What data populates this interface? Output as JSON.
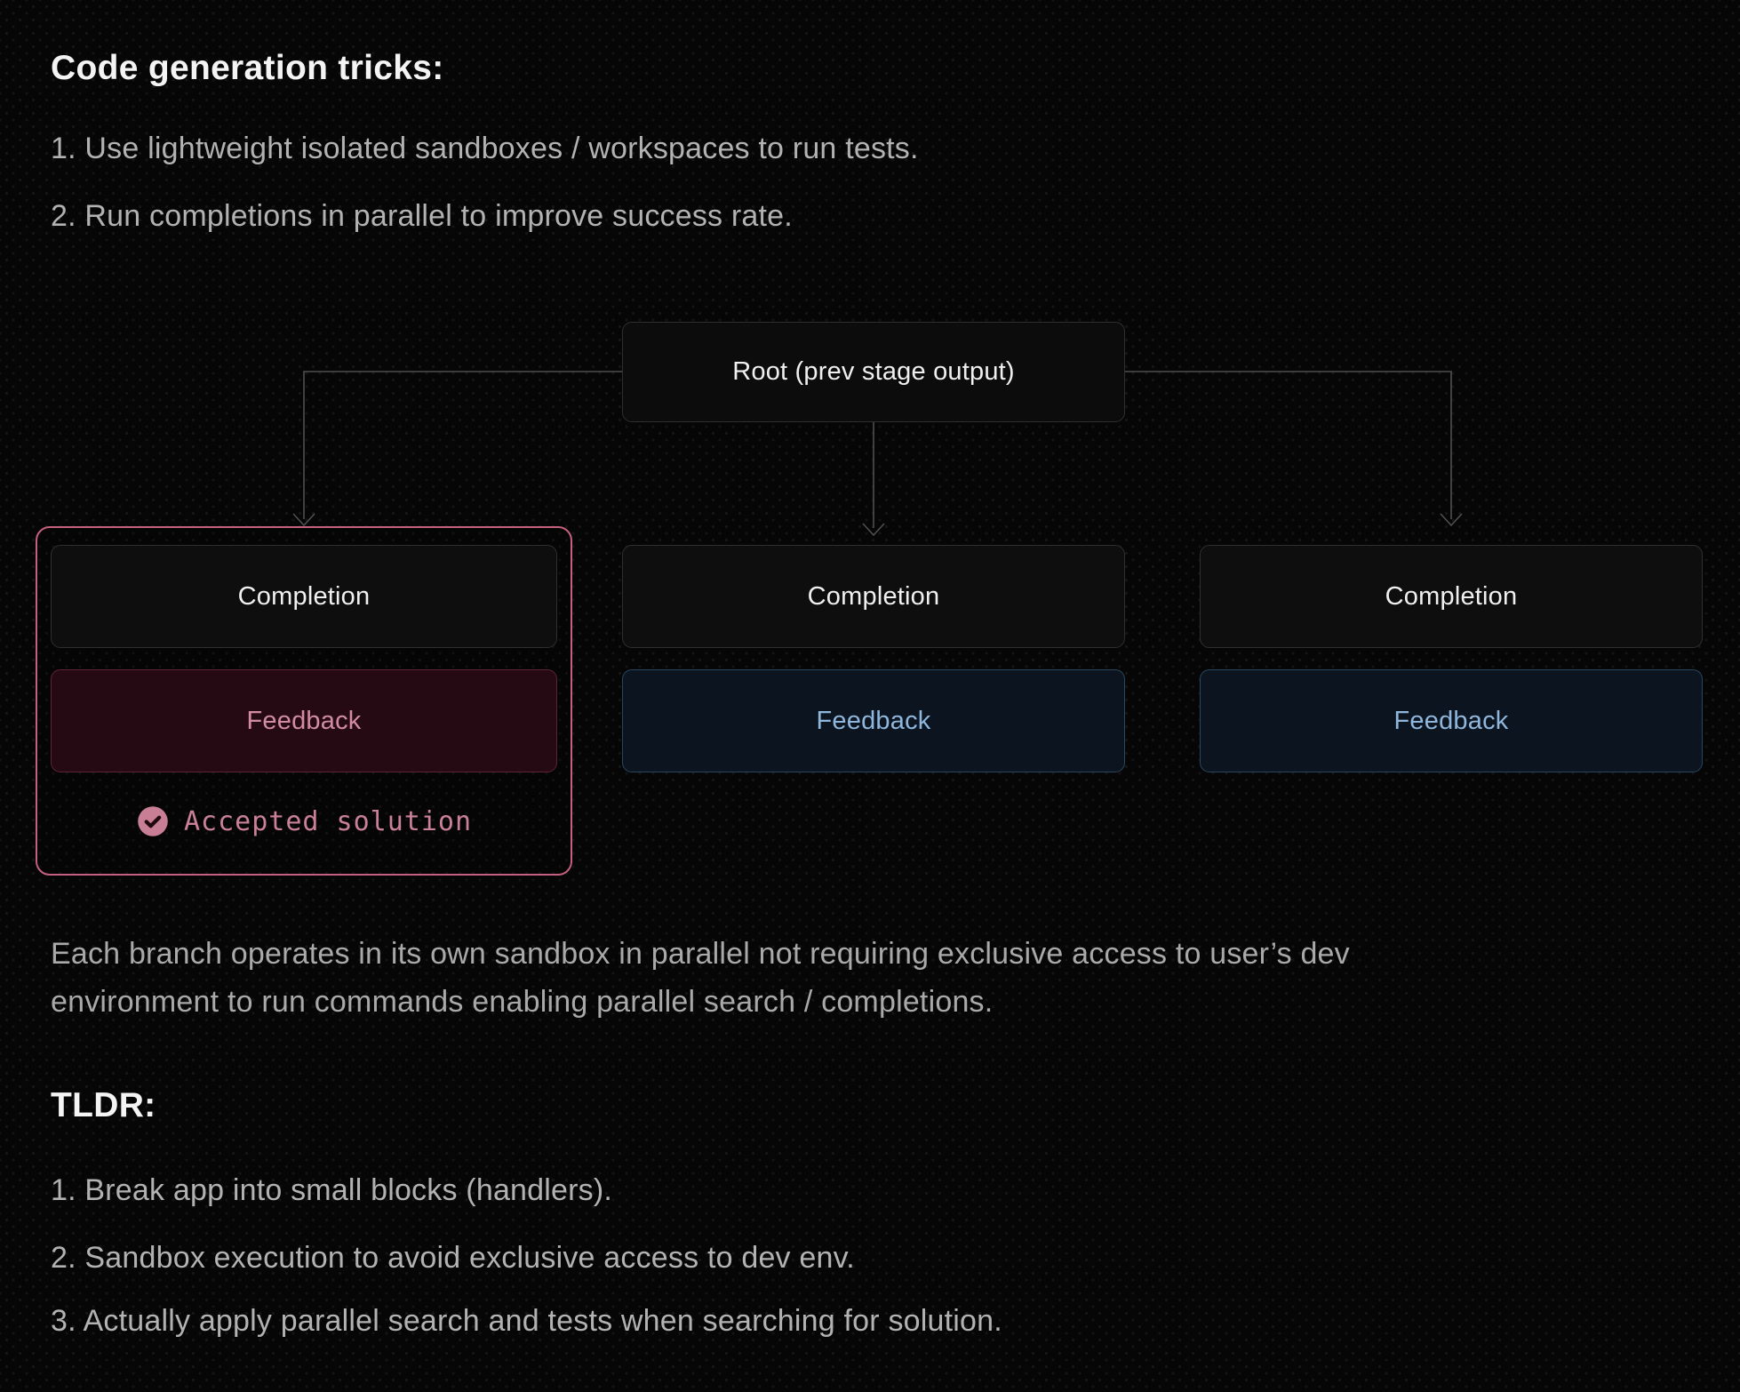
{
  "header": {
    "title": "Code generation tricks:",
    "intro_items": [
      "1. Use lightweight isolated sandboxes / workspaces to run tests.",
      "2. Run completions in parallel to improve success rate."
    ]
  },
  "diagram": {
    "root_label": "Root (prev stage output)",
    "branches": [
      {
        "completion_label": "Completion",
        "feedback_label": "Feedback",
        "accepted_label": "Accepted solution",
        "highlighted": true
      },
      {
        "completion_label": "Completion",
        "feedback_label": "Feedback",
        "highlighted": false
      },
      {
        "completion_label": "Completion",
        "feedback_label": "Feedback",
        "highlighted": false
      }
    ],
    "icons": {
      "accepted_check": "check-circle-icon"
    },
    "colors": {
      "accent_pink": "#c5607f",
      "pink_text": "#d18ca4",
      "pink_bg": "#260a13",
      "pink_border": "#5e2339",
      "blue_text": "#8fb6dc",
      "blue_bg": "#0c151f",
      "blue_border": "#29465f",
      "box_bg": "#0e0e0e",
      "box_border": "#2f2f2f",
      "connector_line": "#4f4f4f"
    }
  },
  "paragraph": "Each branch operates in its own sandbox in parallel not requiring exclusive access to user’s dev environment to run commands enabling parallel search / completions.",
  "tldr": {
    "title": "TLDR:",
    "items": [
      "1. Break app into small blocks (handlers).",
      "2. Sandbox execution to avoid exclusive access to dev env.",
      "3. Actually apply parallel search and tests when searching for solution."
    ]
  }
}
